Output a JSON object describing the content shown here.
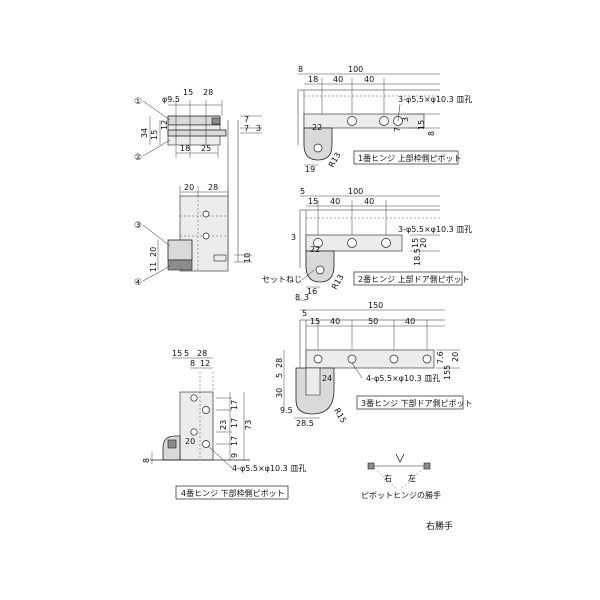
{
  "markers": [
    "①",
    "②",
    "③",
    "④"
  ],
  "view_tl": {
    "dims_top": [
      "φ9.5",
      "15",
      "28"
    ],
    "dims_left": [
      "34",
      "15",
      "12"
    ],
    "dims_right": [
      "7",
      "7",
      "3"
    ],
    "dims_bottom": [
      "18",
      "25"
    ]
  },
  "view_ml": {
    "dims_top": [
      "20",
      "28"
    ],
    "dims_left": [
      "20",
      "11"
    ],
    "dims_right": [
      "10"
    ]
  },
  "view_bl": {
    "dims_top": [
      "15",
      "5",
      "28",
      "8",
      "12"
    ],
    "dims_right": [
      "17",
      "17",
      "23",
      "17",
      "9",
      "73"
    ],
    "dims_left": [
      "20",
      "8"
    ],
    "holes_note": "4-φ5.5×φ10.3 皿孔",
    "caption": "4番ヒンジ 下部枠側ピボット"
  },
  "view_r1": {
    "dims_top": [
      "8",
      "100",
      "18",
      "40",
      "40"
    ],
    "holes_note": "3-φ5.5×φ10.3 皿孔",
    "dims": [
      "22",
      "7",
      "3",
      "15",
      "8",
      "19",
      "R13"
    ],
    "caption": "1番ヒンジ 上部枠側ピボット"
  },
  "view_r2": {
    "dims_top": [
      "5",
      "100",
      "15",
      "40",
      "40"
    ],
    "holes_note": "3-φ5.5×φ10.3 皿孔",
    "dims": [
      "3",
      "22",
      "15",
      "20",
      "18.5",
      "16",
      "R13"
    ],
    "set_screw": "セットねじ",
    "caption": "2番ヒンジ 上部ドア側ピボット"
  },
  "view_r3": {
    "dims_top": [
      "8",
      "3",
      "5",
      "150",
      "15",
      "40",
      "50",
      "40"
    ],
    "holes_note": "4-φ5.5×φ10.3 皿孔",
    "dims": [
      "28",
      "5",
      "30",
      "24",
      "9.5",
      "28.5",
      "R15",
      "7.6",
      "5",
      "20",
      "15"
    ],
    "caption": "3番ヒンジ 下部ドア側ピボット"
  },
  "hand": {
    "right": "右",
    "left": "左",
    "caption": "ピボットヒンジの勝手"
  },
  "footer": "右勝手"
}
